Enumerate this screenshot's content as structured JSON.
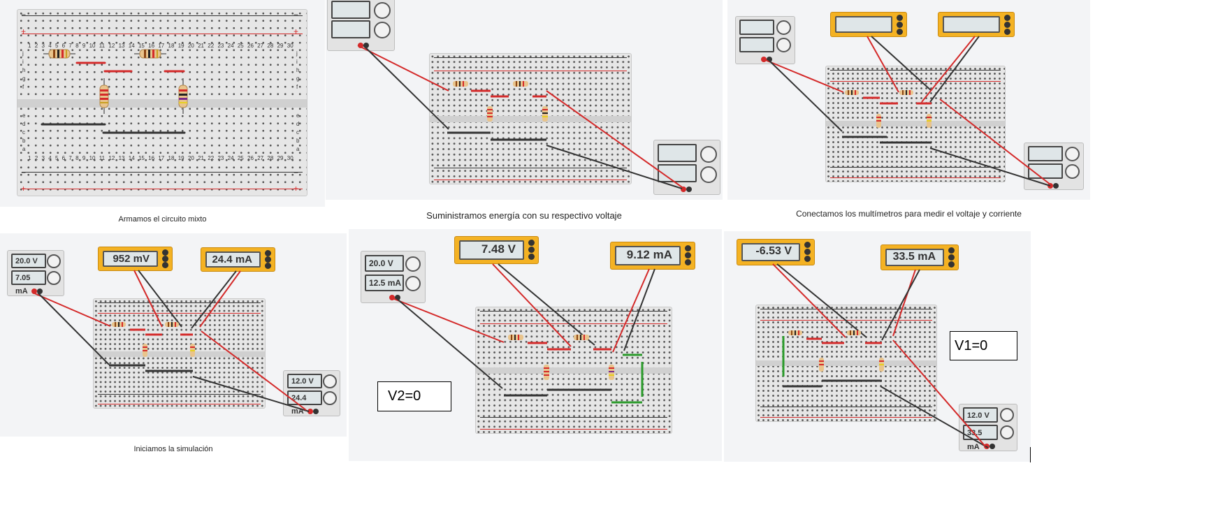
{
  "captions": {
    "p1": "Armamos el circuito mixto",
    "p2": "Suministramos energía con su respectivo voltaje",
    "p3": "Conectamos los multímetros para medir el voltaje y corriente",
    "p4": "Iniciamos la simulación"
  },
  "breadboard": {
    "row_letters_top": [
      "j",
      "i",
      "h",
      "g",
      "f"
    ],
    "row_letters_bottom": [
      "e",
      "d",
      "c",
      "b",
      "a"
    ],
    "columns": [
      "1",
      "2",
      "3",
      "4",
      "5",
      "6",
      "7",
      "8",
      "9",
      "10",
      "11",
      "12",
      "13",
      "14",
      "15",
      "16",
      "17",
      "18",
      "19",
      "20",
      "21",
      "22",
      "23",
      "24",
      "25",
      "26",
      "27",
      "28",
      "29",
      "30"
    ],
    "minus": "−",
    "plus": "+"
  },
  "sim4": {
    "supply_left": {
      "voltage": "20.0 V",
      "current": "7.05 mA"
    },
    "supply_right": {
      "voltage": "12.0 V",
      "current": "24.4 mA"
    },
    "meter_1": "952 mV",
    "meter_2": "24.4 mA"
  },
  "sim5": {
    "supply": {
      "voltage": "20.0 V",
      "current": "12.5 mA"
    },
    "meter_1": "7.48 V",
    "meter_2": "9.12 mA",
    "note": "V2=0"
  },
  "sim6": {
    "supply": {
      "voltage": "12.0 V",
      "current": "33.5 mA"
    },
    "meter_1": "-6.53 V",
    "meter_2": "33.5 mA",
    "note": "V1=0"
  },
  "colors": {
    "wire_red": "#d42a2a",
    "wire_black": "#333333",
    "meter_body": "#f4b223",
    "panel_bg": "#f3f4f6"
  }
}
